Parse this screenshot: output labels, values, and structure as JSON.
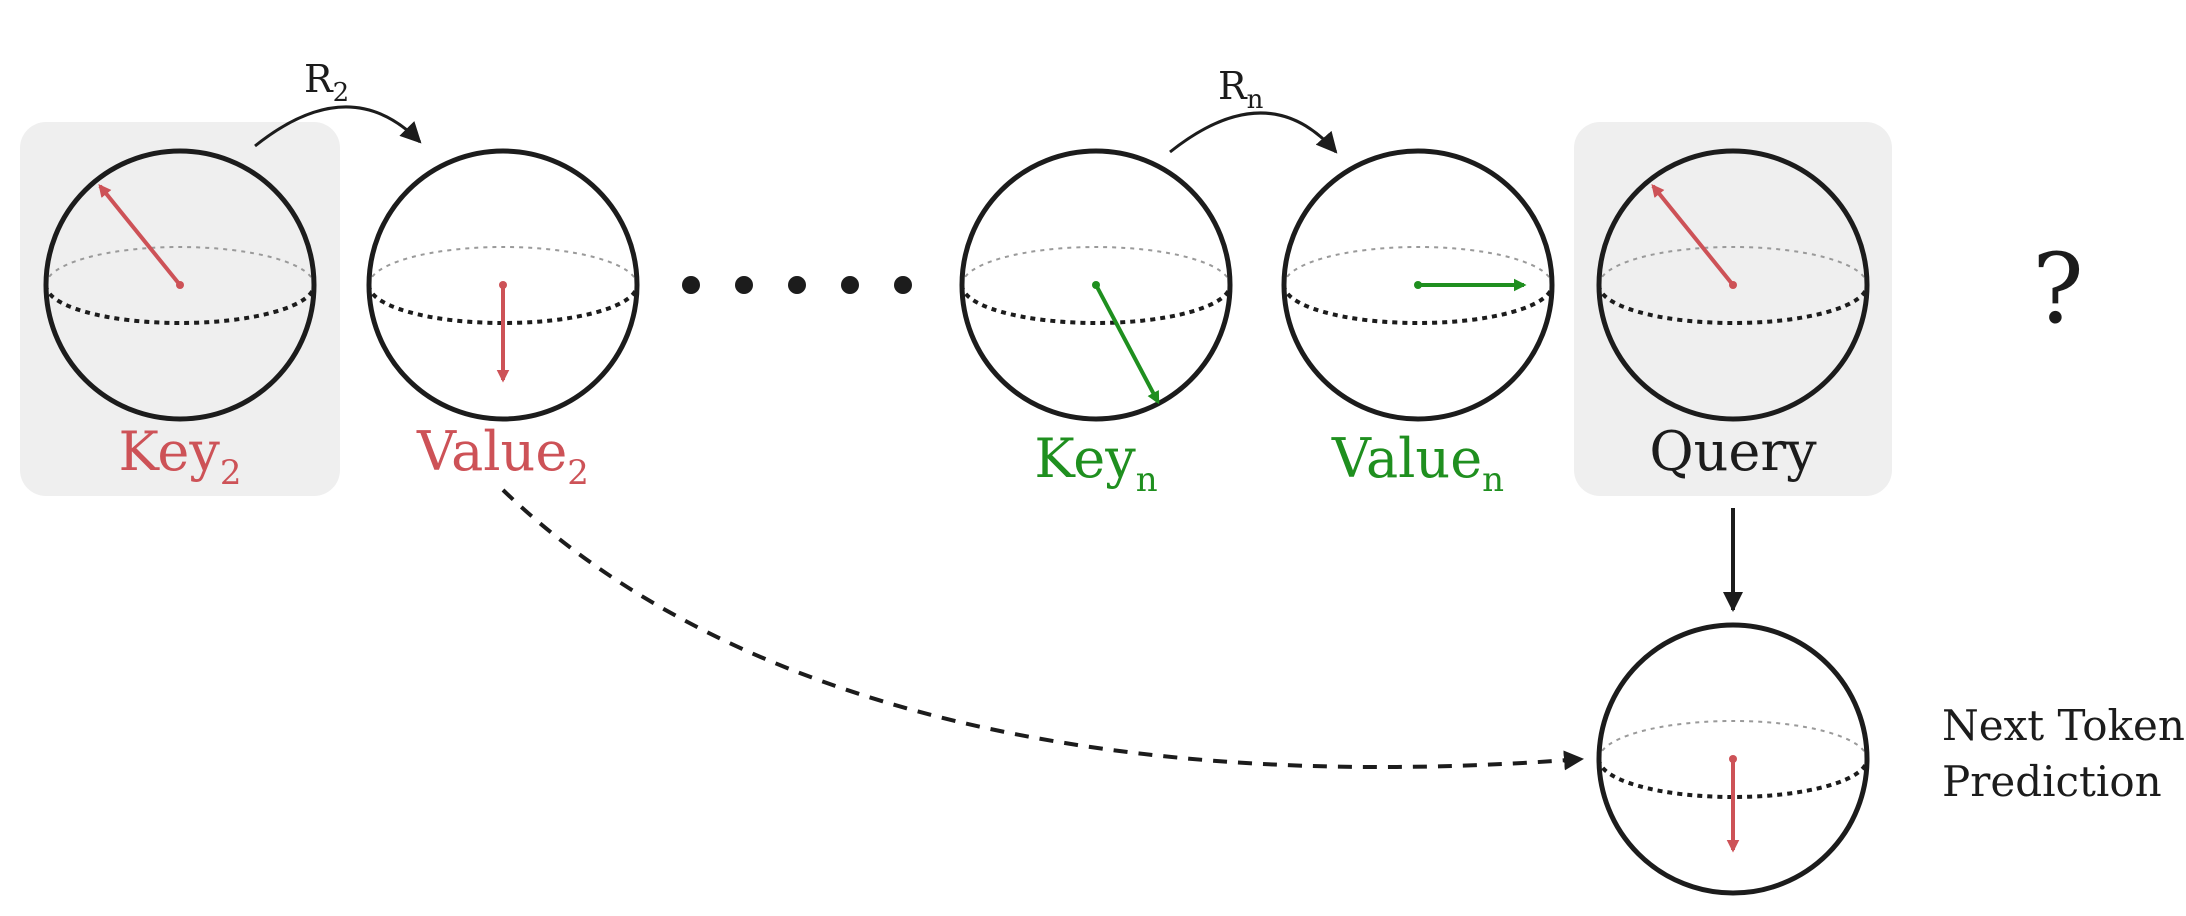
{
  "colors": {
    "red": "#cd5257",
    "green": "#1f8f1f",
    "ink": "#1c1c1c",
    "panel": "#efefef"
  },
  "nodes": {
    "key2": {
      "label": "Key",
      "sub": "2",
      "color": "red",
      "arrow_icon": "arrow-up-left-icon"
    },
    "value2": {
      "label": "Value",
      "sub": "2",
      "color": "red",
      "arrow_icon": "arrow-down-icon"
    },
    "keyn": {
      "label": "Key",
      "sub": "n",
      "color": "green",
      "arrow_icon": "arrow-down-right-icon"
    },
    "valuen": {
      "label": "Value",
      "sub": "n",
      "color": "green",
      "arrow_icon": "arrow-right-icon"
    },
    "query": {
      "label": "Query",
      "color": "ink",
      "arrow_icon": "arrow-up-left-icon"
    },
    "prediction": {
      "arrow_icon": "arrow-down-icon"
    }
  },
  "rotations": {
    "r2": {
      "label": "R",
      "sub": "2"
    },
    "rn": {
      "label": "R",
      "sub": "n"
    }
  },
  "question_mark": "?",
  "ellipsis_dots": 5,
  "prediction_label": {
    "line1": "Next Token",
    "line2": "Prediction"
  }
}
